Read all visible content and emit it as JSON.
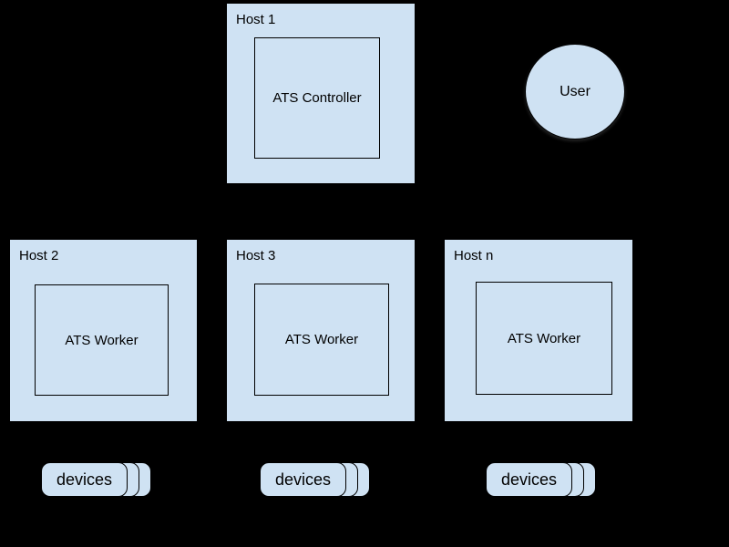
{
  "diagram": {
    "background_color": "#000000",
    "shape_fill_color": "#cfe2f3",
    "shape_border_color": "#000000",
    "text_color": "#000000",
    "hosts": [
      {
        "label": "Host 1",
        "child": "ATS Controller"
      },
      {
        "label": "Host 2",
        "child": "ATS Worker"
      },
      {
        "label": "Host 3",
        "child": "ATS Worker"
      },
      {
        "label": "Host n",
        "child": "ATS Worker"
      }
    ],
    "user": {
      "label": "User"
    },
    "devices": [
      {
        "label": "devices"
      },
      {
        "label": "devices"
      },
      {
        "label": "devices"
      }
    ]
  }
}
